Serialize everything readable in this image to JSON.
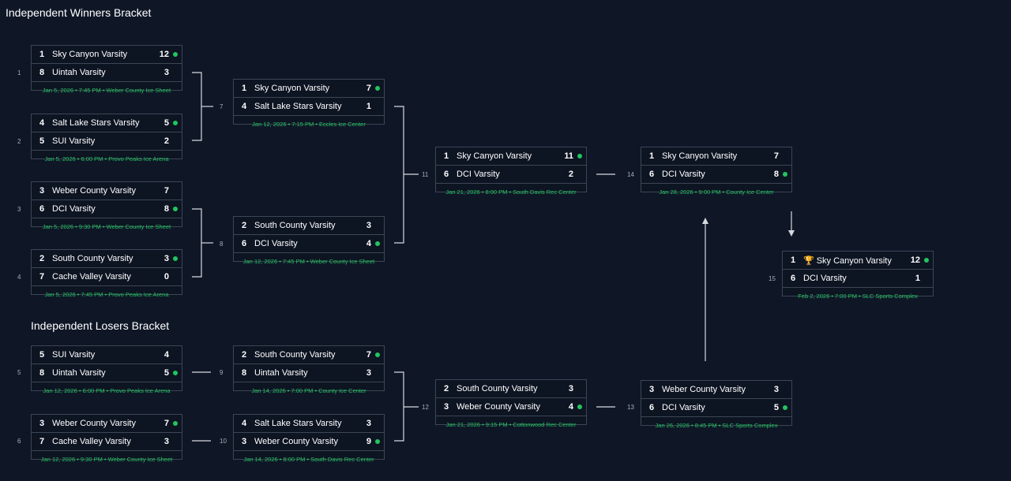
{
  "winners_bracket_title": "Independent Winners Bracket",
  "losers_bracket_title": "Independent Losers Bracket",
  "colors": {
    "background": "#0f1727",
    "winner_dot": "#22c55e",
    "info_text": "#22c55e",
    "border": "#3d4656"
  },
  "matches": {
    "m1": {
      "num": "1",
      "teams": [
        {
          "seed": "1",
          "name": "Sky Canyon Varsity",
          "score": "12",
          "winner": true
        },
        {
          "seed": "8",
          "name": "Uintah Varsity",
          "score": "3",
          "winner": false
        }
      ],
      "info": "Jan 5, 2026 • 7:45 PM • Weber County Ice Sheet"
    },
    "m2": {
      "num": "2",
      "teams": [
        {
          "seed": "4",
          "name": "Salt Lake Stars Varsity",
          "score": "5",
          "winner": true
        },
        {
          "seed": "5",
          "name": "SUI Varsity",
          "score": "2",
          "winner": false
        }
      ],
      "info": "Jan 5, 2026 • 6:00 PM • Provo Peaks Ice Arena"
    },
    "m3": {
      "num": "3",
      "teams": [
        {
          "seed": "3",
          "name": "Weber County Varsity",
          "score": "7",
          "winner": false
        },
        {
          "seed": "6",
          "name": "DCI Varsity",
          "score": "8",
          "winner": true
        }
      ],
      "info": "Jan 5, 2026 • 9:30 PM • Weber County Ice Sheet"
    },
    "m4": {
      "num": "4",
      "teams": [
        {
          "seed": "2",
          "name": "South County Varsity",
          "score": "3",
          "winner": true
        },
        {
          "seed": "7",
          "name": "Cache Valley Varsity",
          "score": "0",
          "winner": false
        }
      ],
      "info": "Jan 5, 2026 • 7:45 PM • Provo Peaks Ice Arena"
    },
    "m7": {
      "num": "7",
      "teams": [
        {
          "seed": "1",
          "name": "Sky Canyon Varsity",
          "score": "7",
          "winner": true
        },
        {
          "seed": "4",
          "name": "Salt Lake Stars Varsity",
          "score": "1",
          "winner": false
        }
      ],
      "info": "Jan 12, 2026 • 7:15 PM • Eccles Ice Center"
    },
    "m8": {
      "num": "8",
      "teams": [
        {
          "seed": "2",
          "name": "South County Varsity",
          "score": "3",
          "winner": false
        },
        {
          "seed": "6",
          "name": "DCI Varsity",
          "score": "4",
          "winner": true
        }
      ],
      "info": "Jan 12, 2026 • 7:45 PM • Weber County Ice Sheet"
    },
    "m11": {
      "num": "11",
      "teams": [
        {
          "seed": "1",
          "name": "Sky Canyon Varsity",
          "score": "11",
          "winner": true
        },
        {
          "seed": "6",
          "name": "DCI Varsity",
          "score": "2",
          "winner": false
        }
      ],
      "info": "Jan 21, 2026 • 8:00 PM • South Davis Rec Center"
    },
    "m14": {
      "num": "14",
      "teams": [
        {
          "seed": "1",
          "name": "Sky Canyon Varsity",
          "score": "7",
          "winner": false
        },
        {
          "seed": "6",
          "name": "DCI Varsity",
          "score": "8",
          "winner": true
        }
      ],
      "info": "Jan 28, 2026 • 9:00 PM • County Ice Center"
    },
    "m15": {
      "num": "15",
      "teams": [
        {
          "seed": "1",
          "name": "Sky Canyon Varsity",
          "score": "12",
          "winner": true,
          "champion": true
        },
        {
          "seed": "6",
          "name": "DCI Varsity",
          "score": "1",
          "winner": false
        }
      ],
      "info": "Feb 2, 2026 • 7:00 PM • SLC Sports Complex"
    },
    "m5": {
      "num": "5",
      "teams": [
        {
          "seed": "5",
          "name": "SUI Varsity",
          "score": "4",
          "winner": false
        },
        {
          "seed": "8",
          "name": "Uintah Varsity",
          "score": "5",
          "winner": true
        }
      ],
      "info": "Jan 12, 2026 • 6:00 PM • Provo Peaks Ice Arena"
    },
    "m6": {
      "num": "6",
      "teams": [
        {
          "seed": "3",
          "name": "Weber County Varsity",
          "score": "7",
          "winner": true
        },
        {
          "seed": "7",
          "name": "Cache Valley Varsity",
          "score": "3",
          "winner": false
        }
      ],
      "info": "Jan 12, 2026 • 9:30 PM • Weber County Ice Sheet"
    },
    "m9": {
      "num": "9",
      "teams": [
        {
          "seed": "2",
          "name": "South County Varsity",
          "score": "7",
          "winner": true
        },
        {
          "seed": "8",
          "name": "Uintah Varsity",
          "score": "3",
          "winner": false
        }
      ],
      "info": "Jan 14, 2026 • 7:00 PM • County Ice Center"
    },
    "m10": {
      "num": "10",
      "teams": [
        {
          "seed": "4",
          "name": "Salt Lake Stars Varsity",
          "score": "3",
          "winner": false
        },
        {
          "seed": "3",
          "name": "Weber County Varsity",
          "score": "9",
          "winner": true
        }
      ],
      "info": "Jan 14, 2026 • 8:00 PM • South Davis Rec Center"
    },
    "m12": {
      "num": "12",
      "teams": [
        {
          "seed": "2",
          "name": "South County Varsity",
          "score": "3",
          "winner": false
        },
        {
          "seed": "3",
          "name": "Weber County Varsity",
          "score": "4",
          "winner": true
        }
      ],
      "info": "Jan 21, 2026 • 9:15 PM • Cottonwood Rec Center"
    },
    "m13": {
      "num": "13",
      "teams": [
        {
          "seed": "3",
          "name": "Weber County Varsity",
          "score": "3",
          "winner": false
        },
        {
          "seed": "6",
          "name": "DCI Varsity",
          "score": "5",
          "winner": true
        }
      ],
      "info": "Jan 26, 2026 • 8:45 PM • SLC Sports Complex"
    }
  }
}
